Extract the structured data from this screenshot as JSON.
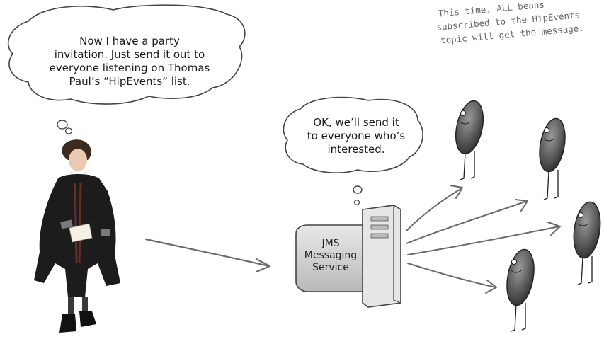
{
  "left_thought": {
    "text_lines": [
      "Now I have a party",
      "invitation. Just send it out to",
      "everyone listening on Thomas",
      "Paul’s “HipEvents” list."
    ]
  },
  "middle_thought": {
    "text_lines": [
      "OK, we’ll send it",
      "to everyone who’s",
      "interested."
    ]
  },
  "handwritten_note": {
    "lines": [
      "This time, ALL beans",
      "subscribed to the HipEvents",
      "topic will get the message."
    ]
  },
  "jms_box": {
    "label_lines": [
      "JMS",
      "Messaging",
      "Service"
    ]
  },
  "colors": {
    "line": "#444444",
    "arrow": "#6a6a6a",
    "box_fill": "#d6d6d6",
    "server_fill": "#e6e6e6",
    "bean_fill": "#555555",
    "coat": "#1c1c1c"
  }
}
